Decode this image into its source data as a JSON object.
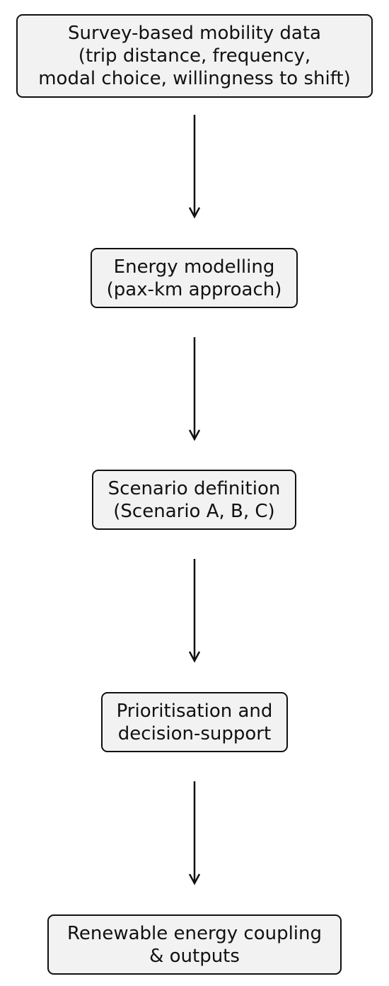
{
  "diagram": {
    "nodes": [
      {
        "id": "survey-data",
        "lines": [
          "Survey-based mobility data",
          "(trip distance, frequency,",
          "modal choice, willingness to shift)"
        ]
      },
      {
        "id": "energy-modelling",
        "lines": [
          "Energy modelling",
          "(pax-km approach)"
        ]
      },
      {
        "id": "scenario-definition",
        "lines": [
          "Scenario definition",
          "(Scenario A, B, C)"
        ]
      },
      {
        "id": "prioritisation",
        "lines": [
          "Prioritisation and",
          "decision-support"
        ]
      },
      {
        "id": "renewable-coupling",
        "lines": [
          "Renewable energy coupling",
          "& outputs"
        ]
      }
    ],
    "edges": [
      {
        "from": "survey-data",
        "to": "energy-modelling"
      },
      {
        "from": "energy-modelling",
        "to": "scenario-definition"
      },
      {
        "from": "scenario-definition",
        "to": "prioritisation"
      },
      {
        "from": "prioritisation",
        "to": "renewable-coupling"
      }
    ],
    "colors": {
      "box_fill": "#f2f2f2",
      "box_stroke": "#111111",
      "arrow": "#111111",
      "text": "#111111",
      "background": "#ffffff"
    }
  }
}
